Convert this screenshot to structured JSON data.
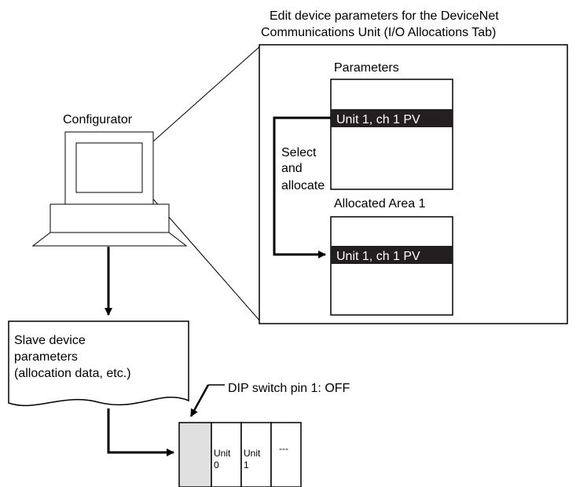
{
  "header": {
    "line1": "Edit device parameters for the DeviceNet",
    "line2": "Communications Unit (I/O Allocations Tab)"
  },
  "configurator": {
    "label": "Configurator"
  },
  "parameters_window": {
    "title": "Parameters",
    "selected_item": "Unit 1, ch 1 PV"
  },
  "select_note": {
    "line1": "Select",
    "line2": "and",
    "line3": "allocate"
  },
  "allocated_window": {
    "title": "Allocated Area 1",
    "allocated_item": "Unit 1, ch 1 PV"
  },
  "slave_document": {
    "line1": "Slave device",
    "line2": "parameters",
    "line3": "(allocation data, etc.)"
  },
  "dip_switch": {
    "label": "DIP switch pin 1: OFF"
  },
  "rack": {
    "slots": [
      {
        "line1": "Unit",
        "line2": "0"
      },
      {
        "line1": "Unit",
        "line2": "1"
      },
      {
        "line1": "---",
        "line2": ""
      }
    ]
  },
  "colors": {
    "highlight_bg": "#231f20",
    "highlight_text": "#ffffff",
    "comm_unit_fill": "#e0e0e0"
  }
}
